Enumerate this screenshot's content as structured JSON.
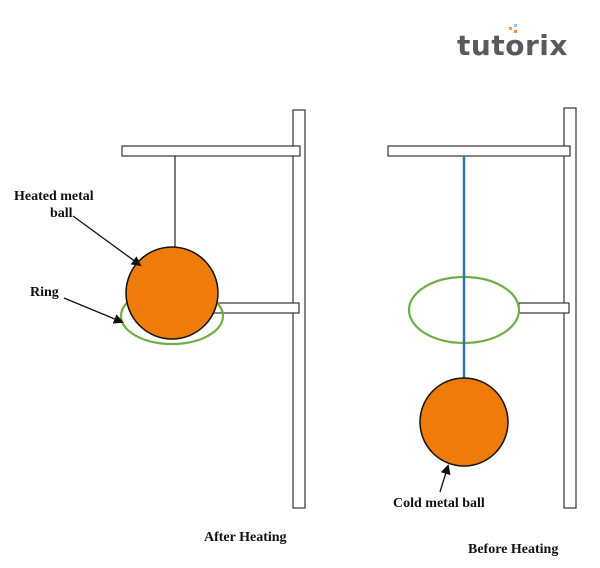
{
  "logo": {
    "text": "tutorix",
    "dot_colors": [
      "#f5a623",
      "#7ed3f0",
      "#f28a2e"
    ]
  },
  "labels": {
    "heated_ball_line1": "Heated metal",
    "heated_ball_line2": "ball",
    "ring": "Ring",
    "cold_ball": "Cold metal ball",
    "after_caption": "After Heating",
    "before_caption": "Before Heating"
  },
  "colors": {
    "ball_fill": "#ef7b0a",
    "ring_stroke": "#70ad47",
    "cold_string": "#2e75b6",
    "hot_string": "#222222",
    "frame_stroke": "#333333"
  }
}
